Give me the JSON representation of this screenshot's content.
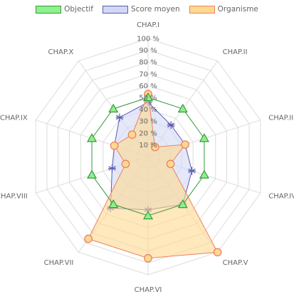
{
  "chart_data": {
    "type": "radar",
    "labels": [
      "CHAP.I",
      "CHAP.II",
      "CHAP.III",
      "CHAP.IV",
      "CHAP.V",
      "CHAP.VI",
      "CHAP.VII",
      "CHAP.VIII",
      "CHAP.IX",
      "CHAP.X"
    ],
    "ticks": [
      "10 %",
      "20 %",
      "30 %",
      "40 %",
      "50 %",
      "60 %",
      "70 %",
      "80 %",
      "90 %",
      "100 %"
    ],
    "rlim": [
      0,
      100
    ],
    "grid": true,
    "legend_position": "top",
    "series": [
      {
        "name": "Objectif",
        "values": [
          50,
          50,
          50,
          50,
          50,
          50,
          50,
          50,
          50,
          50
        ],
        "marker": "triangle",
        "line_color": "#3a9a3a",
        "fill_color": "#8ef08e",
        "fill": false
      },
      {
        "name": "Score moyen",
        "values": [
          46,
          33,
          33,
          39,
          50,
          45,
          54,
          32,
          30,
          41
        ],
        "marker": "star",
        "line_color": "#5b5bb4",
        "fill_color": "#d2d8f4",
        "fill": true
      },
      {
        "name": "Organisme",
        "values": [
          53,
          10,
          33,
          20,
          100,
          86,
          86,
          20,
          30,
          23
        ],
        "marker": "circle",
        "line_color": "#f08060",
        "fill_color": "#fdd890",
        "fill": true
      }
    ]
  }
}
